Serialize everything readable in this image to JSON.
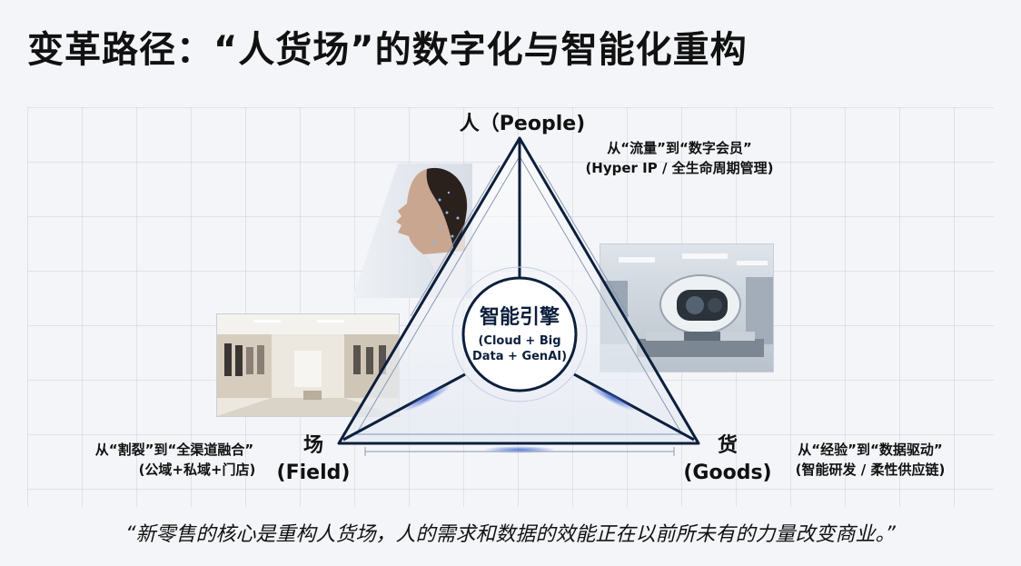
{
  "title": "变革路径：“人货场”的数字化与智能化重构",
  "nodes": {
    "people": {
      "label": "人（People)",
      "note_line1": "从“流量”到“数字会员”",
      "note_line2": "(Hyper IP / 全生命周期管理)"
    },
    "goods": {
      "label_line1": "货",
      "label_line2": "(Goods)",
      "note_line1": "从“经验”到“数据驱动”",
      "note_line2": "(智能研发 / 柔性供应链)"
    },
    "field": {
      "label_line1": "场",
      "label_line2": "(Field)",
      "note_line1": "从“割裂”到“全渠道融合”",
      "note_line2": "(公域+私域+门店)"
    }
  },
  "engine": {
    "title": "智能引擎",
    "subtitle": "(Cloud + Big Data + GenAI)"
  },
  "quote": "“新零售的核心是重构人货场，人的需求和数据的效能正在以前所未有的力量改变商业。”",
  "colors": {
    "navy": "#0c1f3c",
    "accent_blue": "#4a6fd6",
    "background": "#f4f5f8"
  },
  "images": {
    "people": "woman-profile-digital-photo",
    "goods": "robot-factory-photo",
    "field": "retail-store-interior-photo"
  }
}
